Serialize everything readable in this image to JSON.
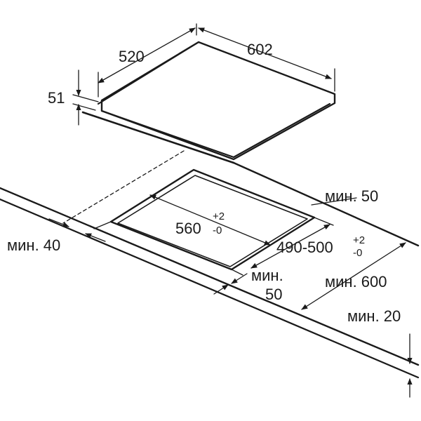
{
  "diagram": {
    "hob_depth": "520",
    "hob_width": "602",
    "hob_height": "51",
    "cutout_width": "560",
    "cutout_width_tol_plus": "+2",
    "cutout_width_tol_minus": "-0",
    "cutout_depth": "490-500",
    "cutout_depth_tol_plus": "+2",
    "cutout_depth_tol_minus": "-0",
    "min_back": "мин. 50",
    "min_side": "мин. 40",
    "min_front_line1": "мин.",
    "min_front_line2": "50",
    "min_worktop_depth": "мин. 600",
    "min_worktop_thickness": "мин. 20",
    "line_color": "#1a1a1a"
  }
}
